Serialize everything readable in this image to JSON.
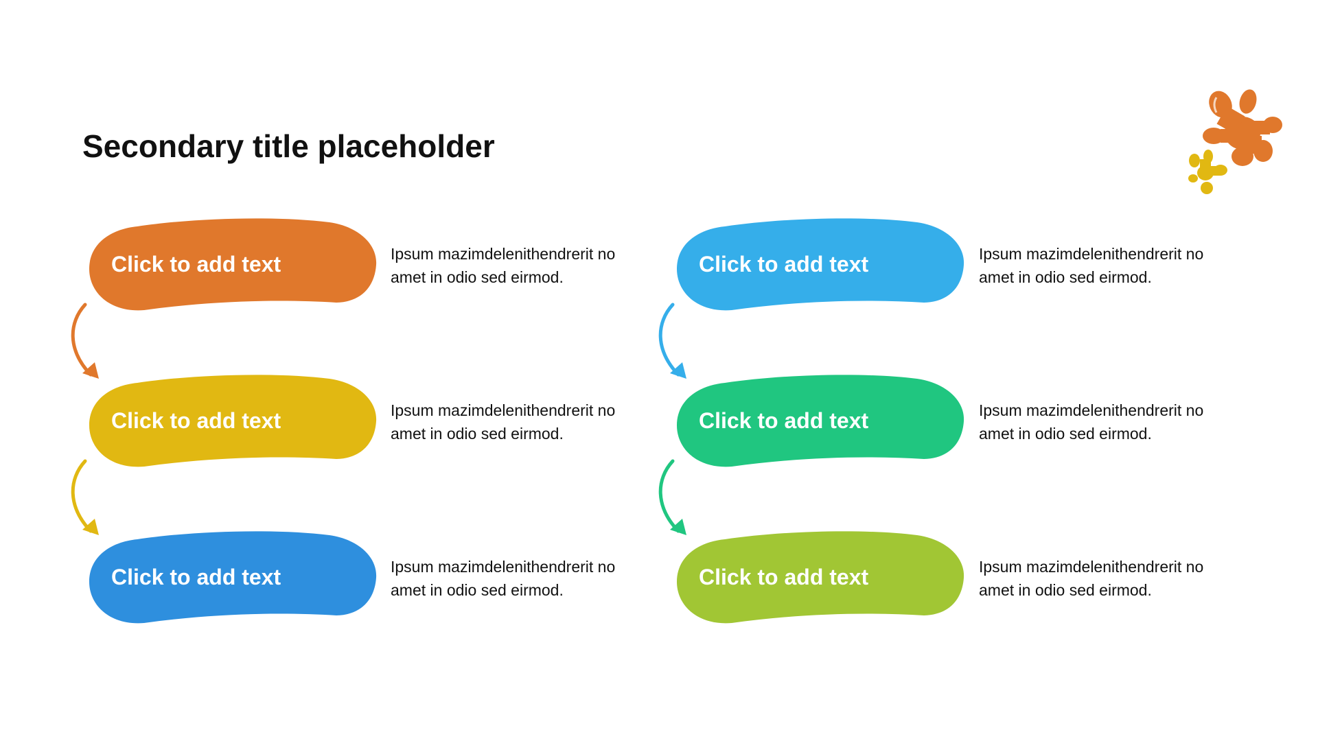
{
  "slide": {
    "title": "Secondary title placeholder"
  },
  "steps": [
    {
      "label": "Click to add text",
      "description": "Ipsum mazimdelenithendrerit no amet in odio sed eirmod.",
      "color": "#E0782C"
    },
    {
      "label": "Click to add text",
      "description": "Ipsum mazimdelenithendrerit no amet in odio sed eirmod.",
      "color": "#E1B812"
    },
    {
      "label": "Click to add text",
      "description": "Ipsum mazimdelenithendrerit no amet in odio sed eirmod.",
      "color": "#2E8FDE"
    },
    {
      "label": "Click to add text",
      "description": "Ipsum mazimdelenithendrerit no amet in odio sed eirmod.",
      "color": "#35AEEA"
    },
    {
      "label": "Click to add text",
      "description": "Ipsum mazimdelenithendrerit no amet in odio sed eirmod.",
      "color": "#20C680"
    },
    {
      "label": "Click to add text",
      "description": "Ipsum mazimdelenithendrerit no amet in odio sed eirmod.",
      "color": "#A1C634"
    }
  ],
  "arrows": [
    {
      "color": "#E0782C"
    },
    {
      "color": "#E1B812"
    },
    {
      "color": "#35AEEA"
    },
    {
      "color": "#20C680"
    }
  ],
  "decoration": {
    "icon": "splash-icon",
    "colors": [
      "#E0782C",
      "#E1B812"
    ]
  }
}
